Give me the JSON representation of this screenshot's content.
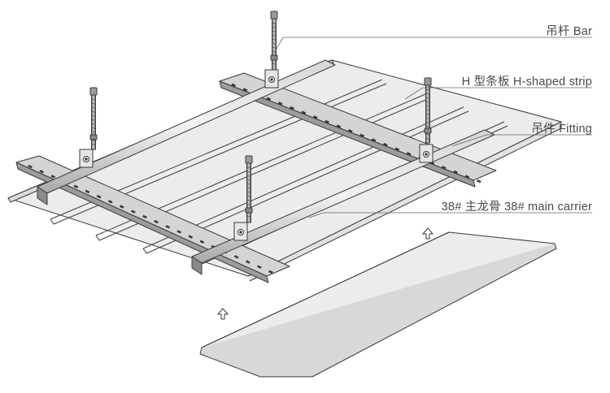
{
  "labels": {
    "bar": "吊杆 Bar",
    "strip": "H 型条板  H-shaped strip",
    "fitting": "吊件  Fitting",
    "carrier": "38# 主龙骨  38# main carrier"
  },
  "colors": {
    "line": "#3a3a3a",
    "panel": "#e9e9e9",
    "panel_light": "#f4f4f4",
    "rod": "#8a8a8a",
    "leader": "#666666"
  }
}
